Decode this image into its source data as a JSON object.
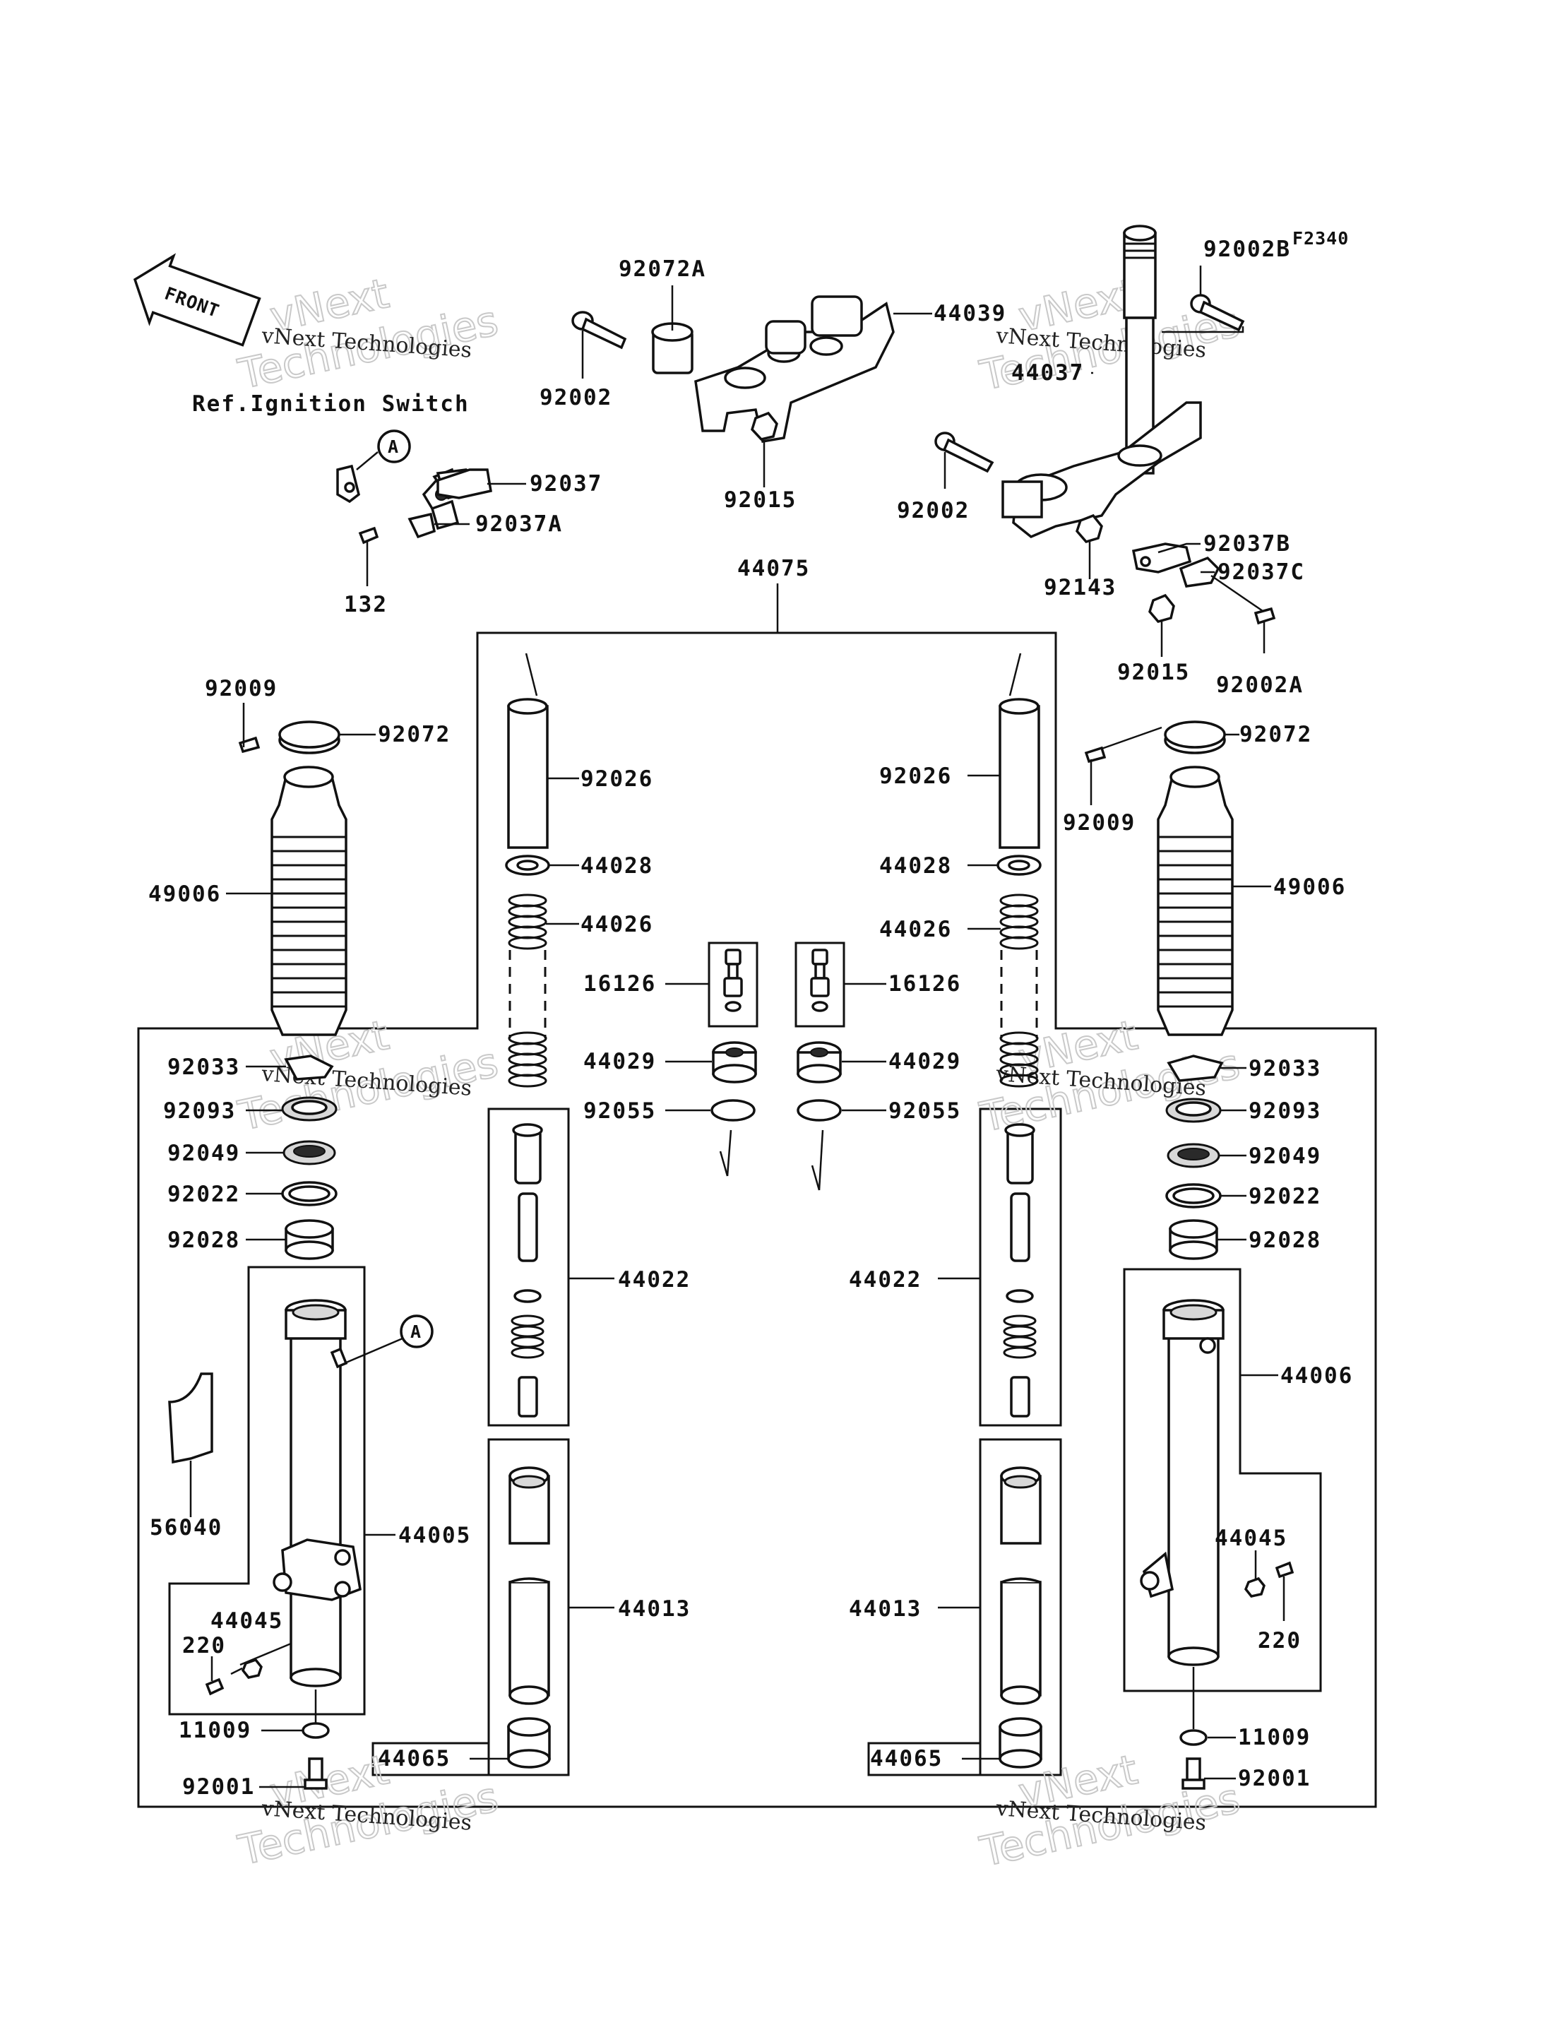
{
  "figure_code": "F2340",
  "front_label": "FRONT",
  "reference_note": "Ref.Ignition Switch",
  "callout_marker": "A",
  "watermark": {
    "line": "vNext Technologies",
    "big": "Technologies",
    "big2": "vNext"
  },
  "labels": {
    "l_92072A": "92072A",
    "l_44039": "44039",
    "l_92002_left": "92002",
    "l_92015_top": "92015",
    "l_92002B": "92002B",
    "l_44037": "44037",
    "l_92002_right": "92002",
    "l_92143": "92143",
    "l_92037B": "92037B",
    "l_92037C": "92037C",
    "l_92015_right": "92015",
    "l_92002A": "92002A",
    "l_92037": "92037",
    "l_92037A": "92037A",
    "l_132": "132",
    "l_44075": "44075",
    "l_92009_left": "92009",
    "l_92072_left": "92072",
    "l_49006_left": "49006",
    "l_92026_left": "92026",
    "l_44028_left": "44028",
    "l_44026_left": "44026",
    "l_16126_left": "16126",
    "l_44029_left": "44029",
    "l_92055_left": "92055",
    "l_92026_right": "92026",
    "l_44028_right": "44028",
    "l_44026_right": "44026",
    "l_16126_right": "16126",
    "l_44029_right": "44029",
    "l_92055_right": "92055",
    "l_92072_right": "92072",
    "l_92009_right": "92009",
    "l_49006_right": "49006",
    "l_92033_left": "92033",
    "l_92093_left": "92093",
    "l_92049_left": "92049",
    "l_92022_left": "92022",
    "l_92028_left": "92028",
    "l_92033_right": "92033",
    "l_92093_right": "92093",
    "l_92049_right": "92049",
    "l_92022_right": "92022",
    "l_92028_right": "92028",
    "l_44022_left": "44022",
    "l_44022_right": "44022",
    "l_56040": "56040",
    "l_44005": "44005",
    "l_44045_left": "44045",
    "l_220_left": "220",
    "l_11009_left": "11009",
    "l_92001_left": "92001",
    "l_44013_left": "44013",
    "l_44065_left": "44065",
    "l_44013_right": "44013",
    "l_44065_right": "44065",
    "l_44006": "44006",
    "l_44045_right": "44045",
    "l_220_right": "220",
    "l_11009_right": "11009",
    "l_92001_right": "92001"
  }
}
